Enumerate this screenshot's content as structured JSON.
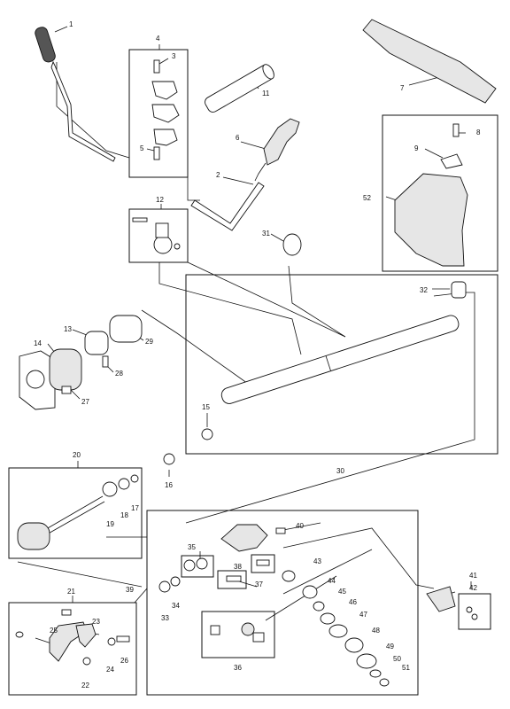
{
  "callouts": [
    "1",
    "2",
    "3",
    "4",
    "5",
    "6",
    "7",
    "8",
    "9",
    "11",
    "12",
    "13",
    "14",
    "15",
    "16",
    "17",
    "18",
    "19",
    "20",
    "21",
    "22",
    "23",
    "24",
    "25",
    "26",
    "27",
    "28",
    "29",
    "30",
    "31",
    "32",
    "33",
    "34",
    "35",
    "36",
    "37",
    "38",
    "39",
    "40",
    "41",
    "42",
    "43",
    "44",
    "45",
    "46",
    "47",
    "48",
    "49",
    "50",
    "51",
    "52"
  ]
}
